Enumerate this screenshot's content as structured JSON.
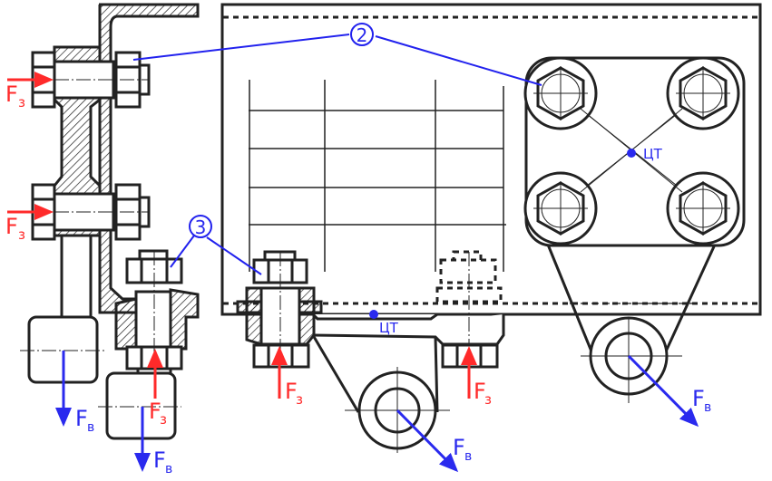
{
  "drawing": {
    "title": "Bolted bracket mounting — force diagram",
    "colors": {
      "line": "#222222",
      "tightening_force": "#ff2a2a",
      "external_force": "#2a2aee",
      "callout": "#2222ee",
      "center_of_gravity": "#2a2aee"
    },
    "callouts": [
      {
        "id": "callout-2",
        "label": "2"
      },
      {
        "id": "callout-3",
        "label": "3"
      }
    ],
    "forces": {
      "tightening": {
        "symbol": "F",
        "subscript": "з"
      },
      "external": {
        "symbol": "F",
        "subscript": "в"
      }
    },
    "center_of_gravity_label": "ЦТ",
    "views": [
      {
        "id": "side-view",
        "description": "Bracket bolted to angle profile, section"
      },
      {
        "id": "front-view",
        "description": "Bracket with two vertical bolts under frame"
      },
      {
        "id": "top-view",
        "description": "Four-bolt plate with eye lug"
      }
    ]
  }
}
